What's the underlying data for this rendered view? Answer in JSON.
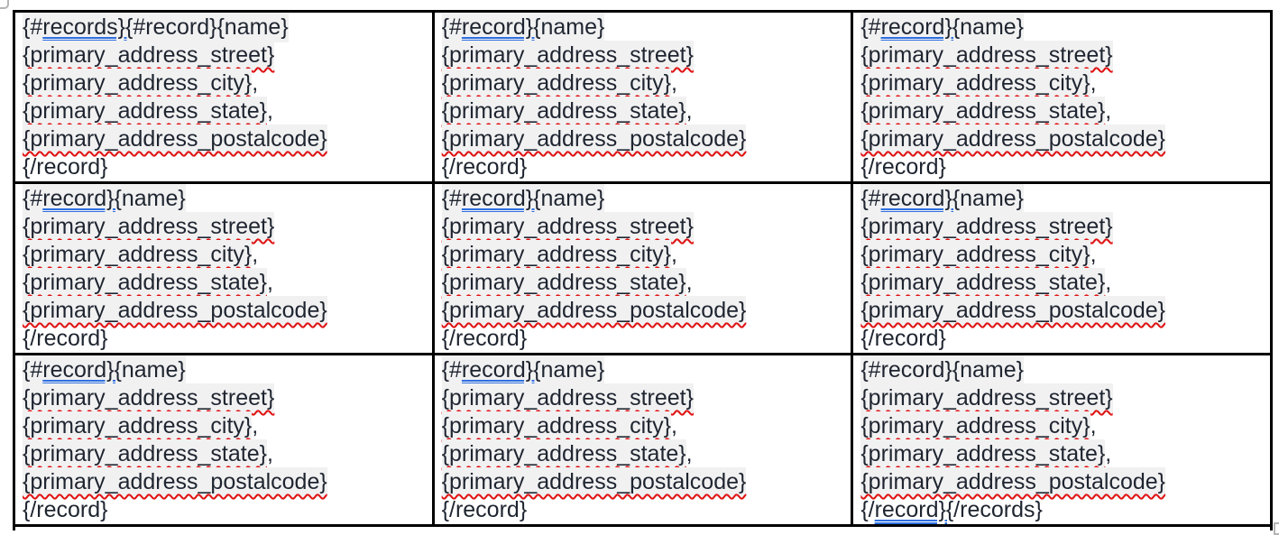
{
  "colors": {
    "text": "#1f2530",
    "table_border": "#000000",
    "field_shading": "#f1f1f2",
    "spellcheck_red": "#e01212",
    "grammar_blue": "#2e6fe0",
    "handle_gray": "#b4b4b4",
    "page_background": "#ffffff"
  },
  "icons": {
    "top_left": "table-move-handle-icon",
    "bottom_right": "table-resize-handle-icon"
  },
  "segment_style_legend": {
    "p": "plain",
    "s": "field-shaded",
    "sw": "field-shaded with red wavy spellcheck underline",
    "sb": "field-shaded with blue double grammar underline",
    "b": "blue double grammar underline, no shading"
  },
  "table": {
    "rows": 3,
    "cols": 3,
    "cells": [
      {
        "lines": [
          {
            "parts": [
              [
                "{#",
                "s"
              ],
              [
                "records}{",
                "sb"
              ],
              [
                "#record}{name}",
                "s"
              ]
            ]
          },
          {
            "parts": [
              [
                "{primary_address_street}",
                "sw"
              ]
            ]
          },
          {
            "parts": [
              [
                "{primary_address_city}",
                "sw"
              ],
              [
                ",",
                "p"
              ]
            ]
          },
          {
            "parts": [
              [
                "{primary_address_state}",
                "sw"
              ],
              [
                ",",
                "p"
              ]
            ]
          },
          {
            "parts": [
              [
                "{primary_address_postalcode}",
                "sw"
              ]
            ]
          },
          {
            "parts": [
              [
                "{/record}",
                "p"
              ]
            ]
          }
        ]
      },
      {
        "lines": [
          {
            "parts": [
              [
                "{#",
                "s"
              ],
              [
                "record}{",
                "sb"
              ],
              [
                "name}",
                "s"
              ]
            ]
          },
          {
            "parts": [
              [
                "{primary_address_street}",
                "sw"
              ]
            ]
          },
          {
            "parts": [
              [
                "{primary_address_city}",
                "sw"
              ],
              [
                ",",
                "p"
              ]
            ]
          },
          {
            "parts": [
              [
                "{primary_address_state}",
                "sw"
              ],
              [
                ",",
                "p"
              ]
            ]
          },
          {
            "parts": [
              [
                "{primary_address_postalcode}",
                "sw"
              ]
            ]
          },
          {
            "parts": [
              [
                "{/record}",
                "p"
              ]
            ]
          }
        ]
      },
      {
        "lines": [
          {
            "parts": [
              [
                "{#",
                "s"
              ],
              [
                "record}{",
                "sb"
              ],
              [
                "name}",
                "s"
              ]
            ]
          },
          {
            "parts": [
              [
                "{primary_address_street}",
                "sw"
              ]
            ]
          },
          {
            "parts": [
              [
                "{primary_address_city}",
                "sw"
              ],
              [
                ",",
                "p"
              ]
            ]
          },
          {
            "parts": [
              [
                "{primary_address_state}",
                "sw"
              ],
              [
                ",",
                "p"
              ]
            ]
          },
          {
            "parts": [
              [
                "{primary_address_postalcode}",
                "sw"
              ]
            ]
          },
          {
            "parts": [
              [
                "{/record}",
                "p"
              ]
            ]
          }
        ]
      },
      {
        "lines": [
          {
            "parts": [
              [
                "{#",
                "s"
              ],
              [
                "record}{",
                "sb"
              ],
              [
                "name}",
                "s"
              ]
            ]
          },
          {
            "parts": [
              [
                "{primary_address_street}",
                "sw"
              ]
            ]
          },
          {
            "parts": [
              [
                "{primary_address_city}",
                "sw"
              ],
              [
                ",",
                "p"
              ]
            ]
          },
          {
            "parts": [
              [
                "{primary_address_state}",
                "sw"
              ],
              [
                ",",
                "p"
              ]
            ]
          },
          {
            "parts": [
              [
                "{primary_address_postalcode}",
                "sw"
              ]
            ]
          },
          {
            "parts": [
              [
                "{/record}",
                "p"
              ]
            ]
          }
        ]
      },
      {
        "lines": [
          {
            "parts": [
              [
                "{#",
                "s"
              ],
              [
                "record}{",
                "sb"
              ],
              [
                "name}",
                "s"
              ]
            ]
          },
          {
            "parts": [
              [
                "{primary_address_street}",
                "sw"
              ]
            ]
          },
          {
            "parts": [
              [
                "{primary_address_city}",
                "sw"
              ],
              [
                ",",
                "p"
              ]
            ]
          },
          {
            "parts": [
              [
                "{primary_address_state}",
                "sw"
              ],
              [
                ",",
                "p"
              ]
            ]
          },
          {
            "parts": [
              [
                "{primary_address_postalcode}",
                "sw"
              ]
            ]
          },
          {
            "parts": [
              [
                "{/record}",
                "p"
              ]
            ]
          }
        ]
      },
      {
        "lines": [
          {
            "parts": [
              [
                "{#",
                "s"
              ],
              [
                "record}{",
                "sb"
              ],
              [
                "name}",
                "s"
              ]
            ]
          },
          {
            "parts": [
              [
                "{primary_address_street}",
                "sw"
              ]
            ]
          },
          {
            "parts": [
              [
                "{primary_address_city}",
                "sw"
              ],
              [
                ",",
                "p"
              ]
            ]
          },
          {
            "parts": [
              [
                "{primary_address_state}",
                "sw"
              ],
              [
                ",",
                "p"
              ]
            ]
          },
          {
            "parts": [
              [
                "{primary_address_postalcode}",
                "sw"
              ]
            ]
          },
          {
            "parts": [
              [
                "{/record}",
                "p"
              ]
            ]
          }
        ]
      },
      {
        "lines": [
          {
            "parts": [
              [
                "{#",
                "s"
              ],
              [
                "record}{",
                "sb"
              ],
              [
                "name}",
                "s"
              ]
            ]
          },
          {
            "parts": [
              [
                "{primary_address_street}",
                "sw"
              ]
            ]
          },
          {
            "parts": [
              [
                "{primary_address_city}",
                "sw"
              ],
              [
                ",",
                "p"
              ]
            ]
          },
          {
            "parts": [
              [
                "{primary_address_state}",
                "sw"
              ],
              [
                ",",
                "p"
              ]
            ]
          },
          {
            "parts": [
              [
                "{primary_address_postalcode}",
                "sw"
              ]
            ]
          },
          {
            "parts": [
              [
                "{/record}",
                "p"
              ]
            ]
          }
        ]
      },
      {
        "lines": [
          {
            "parts": [
              [
                "{#",
                "s"
              ],
              [
                "record}{",
                "sb"
              ],
              [
                "name}",
                "s"
              ]
            ]
          },
          {
            "parts": [
              [
                "{primary_address_street}",
                "sw"
              ]
            ]
          },
          {
            "parts": [
              [
                "{primary_address_city}",
                "sw"
              ],
              [
                ",",
                "p"
              ]
            ]
          },
          {
            "parts": [
              [
                "{primary_address_state}",
                "sw"
              ],
              [
                ",",
                "p"
              ]
            ]
          },
          {
            "parts": [
              [
                "{primary_address_postalcode}",
                "sw"
              ]
            ]
          },
          {
            "parts": [
              [
                "{/record}",
                "p"
              ]
            ]
          }
        ]
      },
      {
        "lines": [
          {
            "parts": [
              [
                "{#record}{name}",
                "s"
              ]
            ]
          },
          {
            "parts": [
              [
                "{primary_address_street}",
                "sw"
              ]
            ]
          },
          {
            "parts": [
              [
                "{primary_address_city}",
                "sw"
              ],
              [
                ",",
                "p"
              ]
            ]
          },
          {
            "parts": [
              [
                "{primary_address_state}",
                "sw"
              ],
              [
                ",",
                "p"
              ]
            ]
          },
          {
            "parts": [
              [
                "{primary_address_postalcode}",
                "sw"
              ]
            ]
          },
          {
            "parts": [
              [
                "{/",
                "p"
              ],
              [
                "record}{",
                "b"
              ],
              [
                "/records}",
                "p"
              ]
            ]
          }
        ]
      }
    ]
  }
}
